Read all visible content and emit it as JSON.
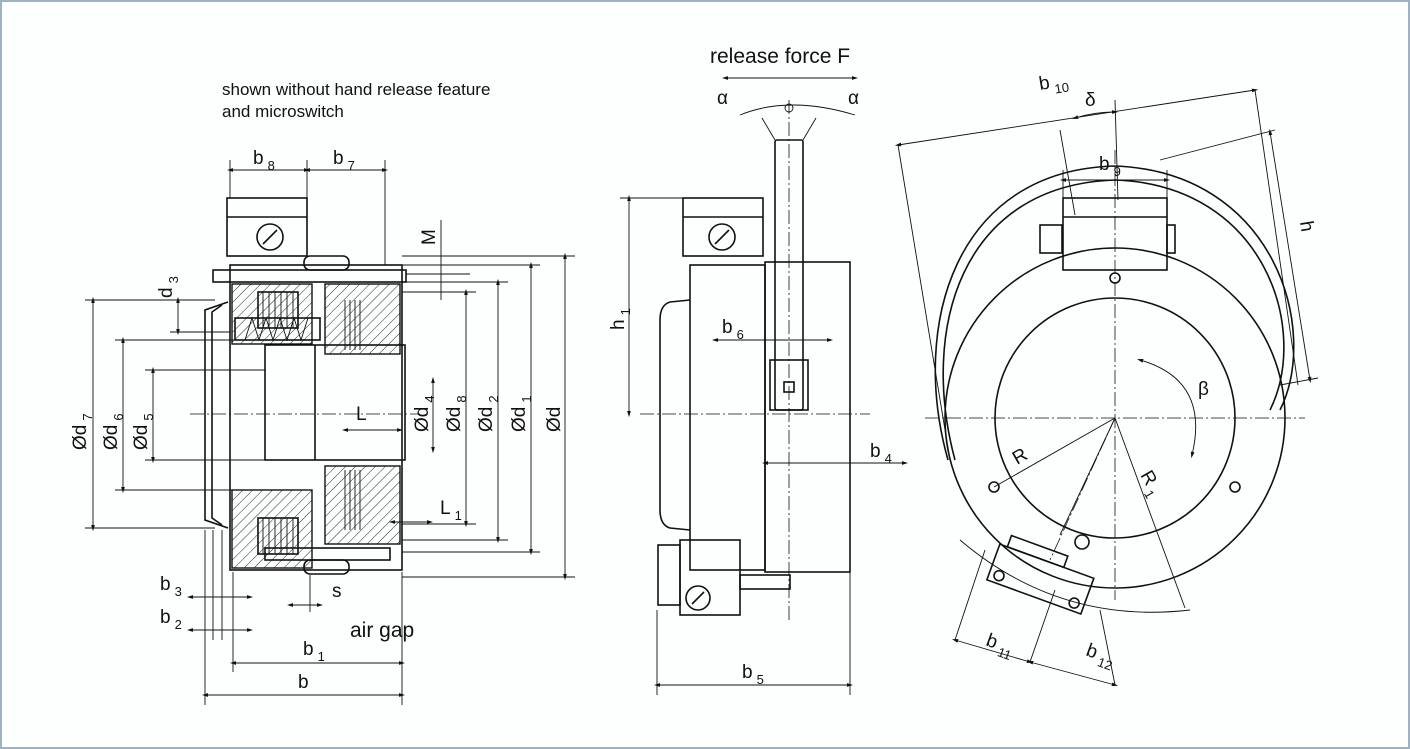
{
  "notes": {
    "without": "shown without hand release feature",
    "without2": "and microswitch",
    "release": "release force F",
    "airgap": "air gap"
  },
  "dims": {
    "b8": [
      "b",
      "8"
    ],
    "b7": [
      "b",
      "7"
    ],
    "b9": [
      "b",
      "9"
    ],
    "b10": [
      "b",
      "10"
    ],
    "b6": [
      "b",
      "6"
    ],
    "b4": [
      "b",
      "4"
    ],
    "b5": [
      "b",
      "5"
    ],
    "b3": [
      "b",
      "3"
    ],
    "b2": [
      "b",
      "2"
    ],
    "b1": [
      "b",
      "1"
    ],
    "b": [
      "b",
      ""
    ],
    "b11": [
      "b",
      "11"
    ],
    "b12": [
      "b",
      "12"
    ],
    "h1": [
      "h",
      "1"
    ],
    "h": [
      "h",
      ""
    ],
    "d3": [
      "d",
      "3"
    ],
    "d7": [
      "Ød",
      "7"
    ],
    "d6": [
      "Ød",
      "6"
    ],
    "d5": [
      "Ød",
      "5"
    ],
    "d4": [
      "Ød",
      "4"
    ],
    "d8": [
      "Ød",
      "8"
    ],
    "d2": [
      "Ød",
      "2"
    ],
    "d1": [
      "Ød",
      "1"
    ],
    "d": [
      "Ød",
      ""
    ],
    "L": [
      "L",
      ""
    ],
    "L1": [
      "L",
      "1"
    ],
    "M": [
      "M",
      ""
    ],
    "s": [
      "s",
      ""
    ],
    "R": [
      "R",
      ""
    ],
    "R1": [
      "R",
      "1"
    ],
    "alpha": "α",
    "beta": "β",
    "delta": "δ"
  }
}
